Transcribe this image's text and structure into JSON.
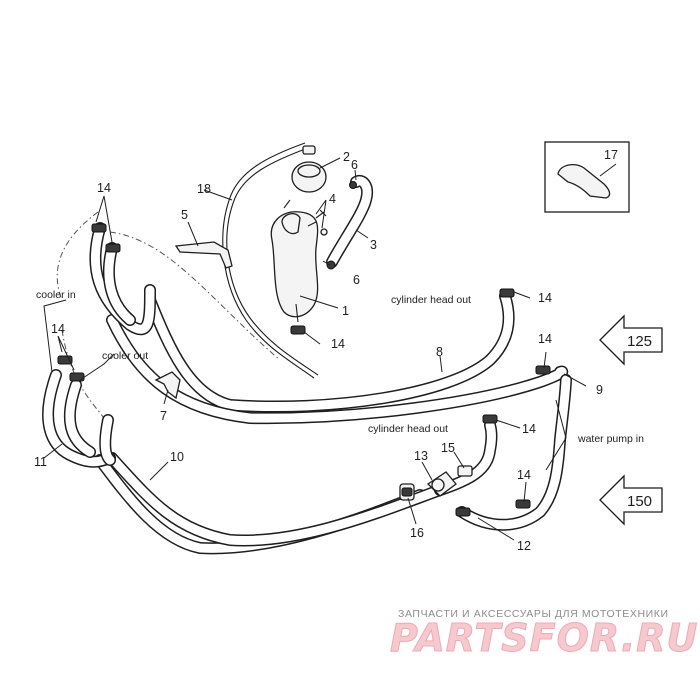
{
  "diagram": {
    "callouts": {
      "n1": "1",
      "n2": "2",
      "n3": "3",
      "n4": "4",
      "n5": "5",
      "n6a": "6",
      "n6b": "6",
      "n7": "7",
      "n8": "8",
      "n9": "9",
      "n10": "10",
      "n11": "11",
      "n12": "12",
      "n13": "13",
      "n14a": "14",
      "n14b": "14",
      "n14c": "14",
      "n14d": "14",
      "n14e": "14",
      "n14f": "14",
      "n14g": "14",
      "n15": "15",
      "n16": "16",
      "n17": "17",
      "n18": "18"
    },
    "labels": {
      "cooler_in": "cooler in",
      "cooler_out": "cooler out",
      "cylinder_head_out_1": "cylinder head out",
      "cylinder_head_out_2": "cylinder head out",
      "water_pump_in": "water pump in"
    },
    "arrows": {
      "a125": "125",
      "a150": "150"
    }
  },
  "watermark": {
    "caption": "ЗАПЧАСТИ И АКСЕССУАРЫ ДЛЯ МОТОТЕХНИКИ",
    "logo": "PARTSFOR.RU"
  },
  "colors": {
    "line": "#1e1e1e",
    "watermark_logo": "#f6c9cf",
    "watermark_text": "#8c8c8c"
  }
}
